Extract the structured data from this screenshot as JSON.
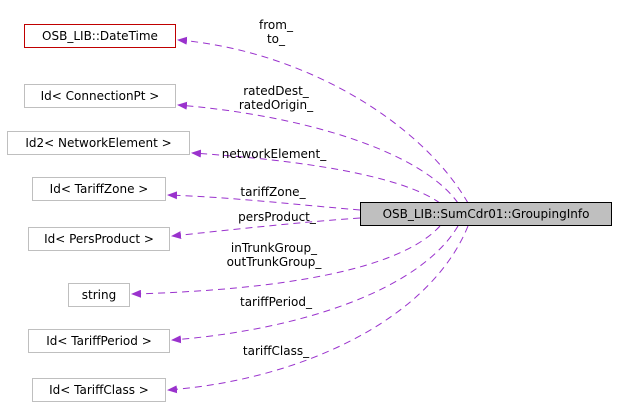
{
  "nodes": {
    "datetime": "OSB_LIB::DateTime",
    "connectionpt": "Id< ConnectionPt >",
    "networkelement": "Id2< NetworkElement >",
    "tariffzone": "Id< TariffZone >",
    "persproduct": "Id< PersProduct >",
    "string": "string",
    "tariffperiod": "Id< TariffPeriod >",
    "tariffclass": "Id< TariffClass >",
    "main": "OSB_LIB::SumCdr01::GroupingInfo"
  },
  "edges": {
    "datetime": [
      "from_",
      "to_"
    ],
    "connectionpt": [
      "ratedDest_",
      "ratedOrigin_"
    ],
    "networkelement": [
      "networkElement_"
    ],
    "tariffzone": [
      "tariffZone_"
    ],
    "persproduct": [
      "persProduct_"
    ],
    "string": [
      "inTrunkGroup_",
      "outTrunkGroup_"
    ],
    "tariffperiod": [
      "tariffPeriod_"
    ],
    "tariffclass": [
      "tariffClass_"
    ]
  },
  "colors": {
    "edge": "#9a32cd",
    "node_border": "#bfbfbf",
    "highlight_border": "#c00000",
    "main_fill": "#bfbfbf"
  }
}
